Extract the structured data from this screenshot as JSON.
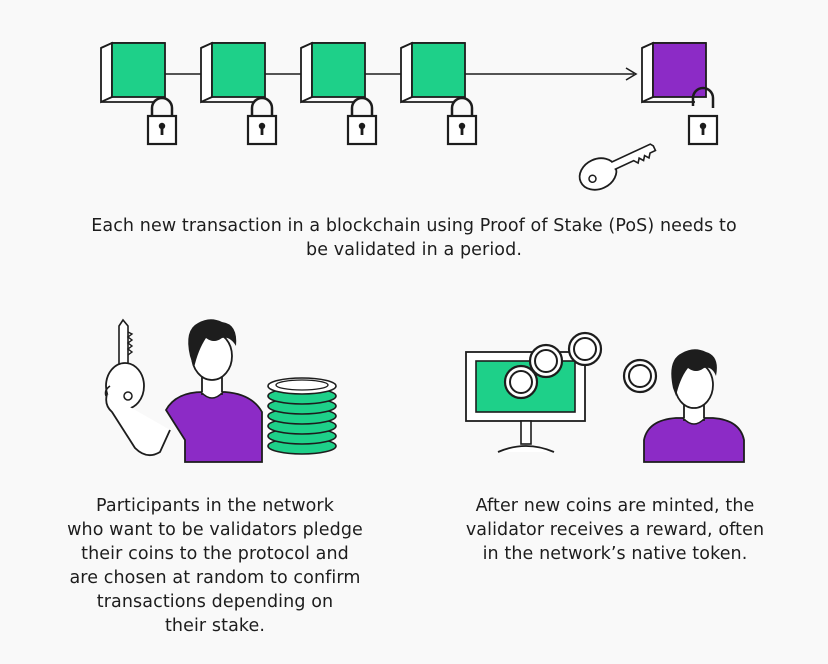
{
  "captions": {
    "top": "Each new transaction in a blockchain using Proof of Stake (PoS) needs to\nbe validated in a period.",
    "left": "Participants in the network\nwho want to be validators pledge\ntheir coins to the protocol and\nare chosen at random to confirm\ntransactions depending on\ntheir stake.",
    "right": "After new coins are minted, the\nvalidator receives a reward, often\nin the network’s native token."
  },
  "colors": {
    "green": "#1ed089",
    "purple": "#8c2bc6",
    "stroke": "#1d1d1d",
    "background": "#f9f9f9"
  },
  "icons": {
    "blocks": [
      "block-icon",
      "block-icon",
      "block-icon",
      "block-icon",
      "pending-block-icon"
    ],
    "locks": [
      "lock-icon",
      "lock-icon",
      "lock-icon",
      "lock-icon",
      "unlocked-lock-icon"
    ],
    "key": "key-icon",
    "coin_stack": "coin-stack-icon",
    "monitor": "monitor-icon",
    "coins": "coin-icon",
    "people": [
      "validator-person-icon",
      "rewarded-person-icon"
    ]
  }
}
